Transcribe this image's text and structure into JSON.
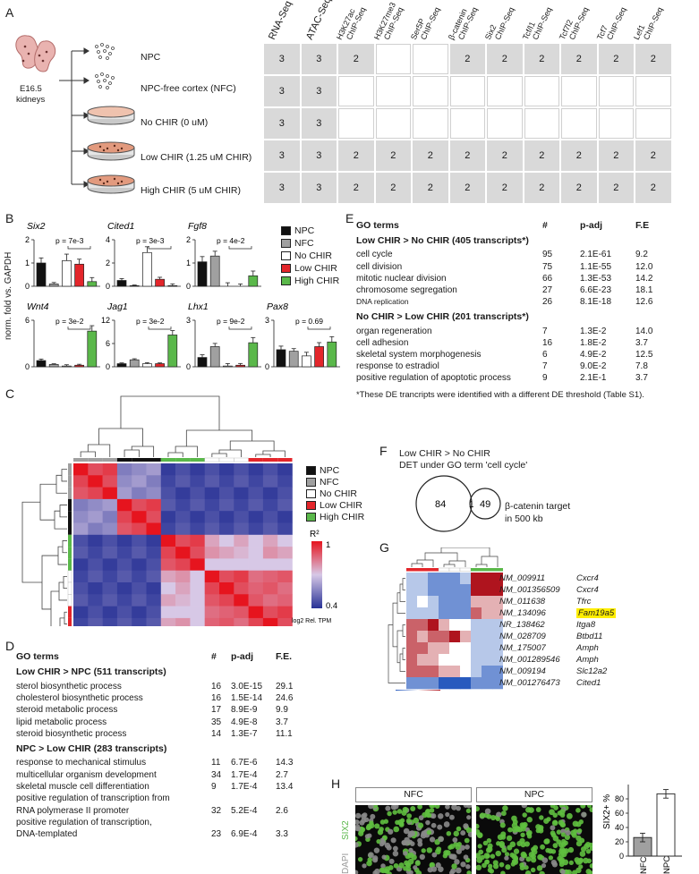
{
  "panel_letters": {
    "a": "A",
    "b": "B",
    "c": "C",
    "d": "D",
    "e": "E",
    "f": "F",
    "g": "G",
    "h": "H"
  },
  "panel_a": {
    "source_label_line1": "E16.5",
    "source_label_line2": "kidneys",
    "conditions": [
      "NPC",
      "NPC-free cortex (NFC)",
      "No CHIR (0 uM)",
      "Low CHIR (1.25 uM CHIR)",
      "High CHIR (5 uM CHIR)"
    ],
    "columns": [
      [
        "RNA-Seq"
      ],
      [
        "ATAC-Seq"
      ],
      [
        "H3K27ac",
        "ChIP-Seq"
      ],
      [
        "H3K27me3",
        "ChIP-Seq"
      ],
      [
        "Ser5P",
        "ChIP-Seq"
      ],
      [
        "β-catenin",
        "ChIP-Seq"
      ],
      [
        "Six2",
        "ChIP-Seq"
      ],
      [
        "Tcf/l1",
        "ChIP-Seq"
      ],
      [
        "Tcf7l2",
        "ChIP-Seq"
      ],
      [
        "Tcf7",
        "ChIP-Seq"
      ],
      [
        "Lef1",
        "ChIP-Seq"
      ]
    ],
    "cells": [
      [
        "3",
        "3",
        "2",
        "",
        "",
        "2",
        "2",
        "2",
        "2",
        "2",
        "2"
      ],
      [
        "3",
        "3",
        "",
        "",
        "",
        "",
        "",
        "",
        "",
        "",
        ""
      ],
      [
        "3",
        "3",
        "",
        "",
        "",
        "",
        "",
        "",
        "",
        "",
        ""
      ],
      [
        "3",
        "3",
        "2",
        "2",
        "2",
        "2",
        "2",
        "2",
        "2",
        "2",
        "2"
      ],
      [
        "3",
        "3",
        "2",
        "2",
        "2",
        "2",
        "2",
        "2",
        "2",
        "2",
        "2"
      ]
    ],
    "colors": {
      "cell_fill": "#d9d9d9",
      "dish_fill": "#e8a48a"
    }
  },
  "panel_b": {
    "ylabel": "norm. fold vs. GAPDH",
    "legend": [
      {
        "label": "NPC",
        "color": "#111111"
      },
      {
        "label": "NFC",
        "color": "#a0a0a0"
      },
      {
        "label": "No CHIR",
        "color": "#ffffff"
      },
      {
        "label": "Low CHIR",
        "color": "#e3262b"
      },
      {
        "label": "High CHIR",
        "color": "#5ab84a"
      }
    ],
    "charts": [
      {
        "gene": "Six2",
        "ymax": 2,
        "ticks": [
          "0",
          "1",
          "2"
        ],
        "values": [
          1.0,
          0.1,
          1.1,
          0.95,
          0.2
        ],
        "pvalue": "p = 7e-3"
      },
      {
        "gene": "Cited1",
        "ymax": 4,
        "ticks": [
          "0",
          "2",
          "4"
        ],
        "values": [
          0.5,
          0.05,
          2.9,
          0.6,
          0.05
        ],
        "pvalue": "p = 3e-3"
      },
      {
        "gene": "Fgf8",
        "ymax": 2,
        "ticks": [
          "0",
          "1",
          "2"
        ],
        "values": [
          1.05,
          1.3,
          0.0,
          0.0,
          0.45
        ],
        "pvalue": "p = 4e-2"
      },
      {
        "gene": "Wnt4",
        "ymax": 6,
        "ticks": [
          "0",
          "6"
        ],
        "values": [
          0.8,
          0.3,
          0.1,
          0.2,
          4.6
        ],
        "pvalue": "p = 3e-2"
      },
      {
        "gene": "Jag1",
        "ymax": 12,
        "ticks": [
          "0",
          "6",
          "12"
        ],
        "values": [
          0.8,
          1.8,
          0.8,
          0.8,
          8.2
        ],
        "pvalue": "p = 3e-2"
      },
      {
        "gene": "Lhx1",
        "ymax": 3,
        "ticks": [
          "0",
          "3"
        ],
        "values": [
          0.6,
          1.3,
          0.05,
          0.1,
          1.55
        ],
        "pvalue": "p = 9e-2"
      },
      {
        "gene": "Pax8",
        "ymax": 3,
        "ticks": [
          "0",
          "3"
        ],
        "values": [
          1.1,
          1.0,
          0.7,
          1.3,
          1.6
        ],
        "pvalue": "p = 0.69"
      }
    ]
  },
  "panel_c": {
    "legend": [
      {
        "label": "NPC",
        "color": "#111111"
      },
      {
        "label": "NFC",
        "color": "#a0a0a0"
      },
      {
        "label": "No CHIR",
        "color": "#ffffff"
      },
      {
        "label": "Low CHIR",
        "color": "#e3262b"
      },
      {
        "label": "High CHIR",
        "color": "#5ab84a"
      }
    ],
    "colorbar_title": "R²",
    "colorbar_max": "1",
    "colorbar_min": "0.4",
    "colorbar_caption": "log2 Rel. TPM"
  },
  "panel_d": {
    "header": [
      "GO terms",
      "#",
      "p-adj",
      "F.E."
    ],
    "sections": [
      {
        "title": "Low CHIR > NPC (511 transcripts)",
        "rows": [
          [
            "sterol biosynthetic process",
            "16",
            "3.0E-15",
            "29.1"
          ],
          [
            "cholesterol biosynthetic process",
            "16",
            "1.5E-14",
            "24.6"
          ],
          [
            "steroid metabolic process",
            "17",
            "8.9E-9",
            "9.9"
          ],
          [
            "lipid metabolic process",
            "35",
            "4.9E-8",
            "3.7"
          ],
          [
            "steroid biosynthetic process",
            "14",
            "1.3E-7",
            "11.1"
          ]
        ]
      },
      {
        "title": "NPC > Low CHIR (283 transcripts)",
        "rows": [
          [
            "response to mechanical stimulus",
            "11",
            "6.7E-6",
            "14.3"
          ],
          [
            "multicellular organism development",
            "34",
            "1.7E-4",
            "2.7"
          ],
          [
            "skeletal muscle cell differentiation",
            "9",
            "1.7E-4",
            "13.4"
          ],
          [
            "positive regulation of transcription from",
            "",
            "",
            ""
          ],
          [
            "RNA polymerase II promoter",
            "32",
            "5.2E-4",
            "2.6"
          ],
          [
            "positive regulation of transcription,",
            "",
            "",
            ""
          ],
          [
            "DNA-templated",
            "23",
            "6.9E-4",
            "3.3"
          ]
        ]
      }
    ]
  },
  "panel_e": {
    "header": [
      "GO terms",
      "#",
      "p-adj",
      "F.E"
    ],
    "sections": [
      {
        "title": "Low CHIR > No CHIR (405 transcripts*)",
        "rows": [
          [
            "cell cycle",
            "95",
            "2.1E-61",
            "9.2"
          ],
          [
            "cell division",
            "75",
            "1.1E-55",
            "12.0"
          ],
          [
            "mitotic nuclear division",
            "66",
            "1.3E-53",
            "14.2"
          ],
          [
            "chromosome segregation",
            "27",
            "6.6E-23",
            "18.1"
          ],
          [
            "DNA replication",
            "26",
            "8.1E-18",
            "12.6"
          ]
        ]
      },
      {
        "title": "No CHIR > Low CHIR (201 transcripts*)",
        "rows": [
          [
            "organ regeneration",
            "7",
            "1.3E-2",
            "14.0"
          ],
          [
            "cell adhesion",
            "16",
            "1.8E-2",
            "3.7"
          ],
          [
            "skeletal system morphogenesis",
            "6",
            "4.9E-2",
            "12.5"
          ],
          [
            "response to estradiol",
            "7",
            "9.0E-2",
            "7.8"
          ],
          [
            "positive regulation of apoptotic process",
            "9",
            "2.1E-1",
            "3.7"
          ]
        ]
      }
    ],
    "footnote": "*These DE trancripts were identified with a different DE threshold (Table S1)."
  },
  "panel_f": {
    "title_line1": "Low CHIR > No CHIR",
    "title_line2": "DET under GO term 'cell cycle'",
    "left_count": "84",
    "overlap_count": "1",
    "right_count": "49",
    "right_label_line1": "β-catenin target",
    "right_label_line2": "in 500 kb"
  },
  "panel_g": {
    "rows": [
      {
        "id": "NM_009911",
        "gene": "Cxcr4",
        "highlight": false
      },
      {
        "id": "NM_001356509",
        "gene": "Cxcr4",
        "highlight": false
      },
      {
        "id": "NM_011638",
        "gene": "Tfrc",
        "highlight": false
      },
      {
        "id": "NM_134096",
        "gene": "Fam19a5",
        "highlight": true
      },
      {
        "id": "NR_138462",
        "gene": "Itga8",
        "highlight": false
      },
      {
        "id": "NM_028709",
        "gene": "Btbd11",
        "highlight": false
      },
      {
        "id": "NM_175007",
        "gene": "Amph",
        "highlight": false
      },
      {
        "id": "NM_001289546",
        "gene": "Amph",
        "highlight": false
      },
      {
        "id": "NM_009194",
        "gene": "Slc12a2",
        "highlight": false
      },
      {
        "id": "NM_001276473",
        "gene": "Cited1",
        "highlight": false
      }
    ],
    "scale_min": "-3",
    "scale_mid": "0",
    "scale_max": "3"
  },
  "panel_h": {
    "image_labels": [
      "NFC",
      "NPC"
    ],
    "stain_labels": [
      "SIX2",
      "DAPI"
    ],
    "ylabel": "SIX2+ %",
    "ticks": [
      "0",
      "20",
      "40",
      "60",
      "80"
    ],
    "chart_data": {
      "type": "bar",
      "categories": [
        "NFC",
        "NPC"
      ],
      "values": [
        26,
        87
      ],
      "ylim": [
        0,
        100
      ],
      "ylabel": "SIX2+ %"
    }
  }
}
